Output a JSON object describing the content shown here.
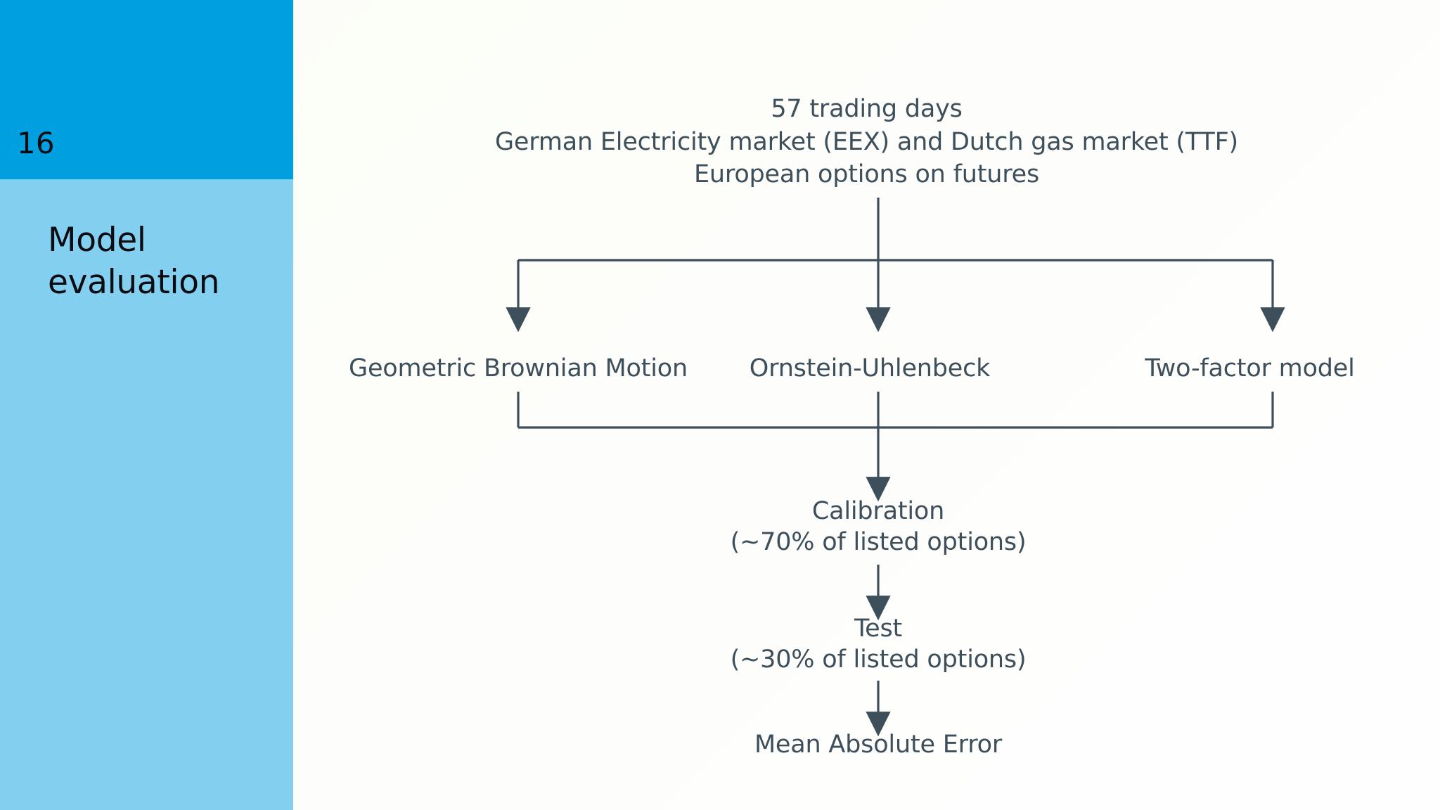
{
  "slide": {
    "number": "16",
    "title_lines": [
      "Model",
      "evaluation"
    ],
    "colors": {
      "sidebar_top": "#009fe0",
      "sidebar_bottom": "#83cff0",
      "background": "#fdfefa",
      "flow_text": "#3e4f5c",
      "connector": "#3e4f5c",
      "sidebar_text": "#0b0b12"
    }
  },
  "flow": {
    "dataset": {
      "lines": [
        "57 trading days",
        "German Electricity market (EEX) and Dutch gas market (TTF)",
        "European options on futures"
      ]
    },
    "models": [
      {
        "label": "Geometric Brownian Motion"
      },
      {
        "label": "Ornstein-Uhlenbeck"
      },
      {
        "label": "Two-factor model"
      }
    ],
    "calibration": {
      "lines": [
        "Calibration",
        "(~70% of listed options)"
      ]
    },
    "test": {
      "lines": [
        "Test",
        "(~30% of listed options)"
      ]
    },
    "metric": {
      "lines": [
        "Mean Absolute Error"
      ]
    }
  }
}
